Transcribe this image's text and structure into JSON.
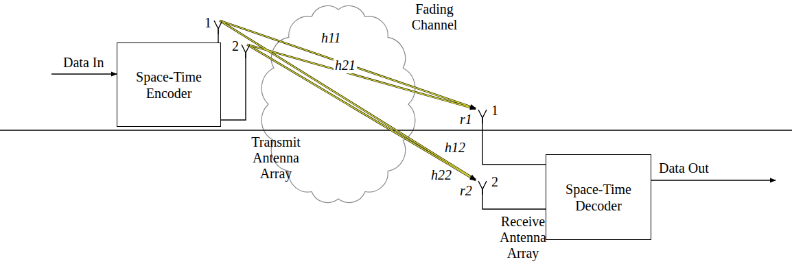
{
  "diagram": {
    "nodes": [
      {
        "text": [
          "Space-Time Encoder"
        ]
      },
      {
        "text": [
          "Space-Time Decoder"
        ]
      }
    ],
    "labels": [
      "Data In",
      "1",
      "2",
      "Transmit Antenna Array",
      "Fading Channel",
      "h11",
      "h21",
      "h12",
      "h22",
      "r1",
      "r2",
      "1",
      "2",
      "Receive Antenna Array",
      "Data Out"
    ]
  }
}
